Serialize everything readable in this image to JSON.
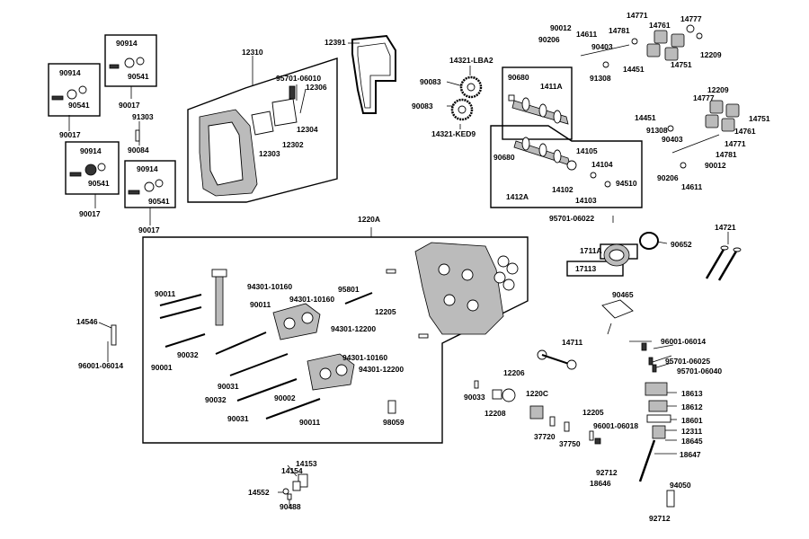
{
  "diagram": {
    "labels": {
      "l_90914_a": "90914",
      "l_90541_a": "90541",
      "l_90017_a": "90017",
      "l_90914_b": "90914",
      "l_90541_b": "90541",
      "l_90017_b": "90017",
      "l_91303_a": "91303",
      "l_90084": "90084",
      "l_90914_c": "90914",
      "l_90541_c": "90541",
      "l_90017_c": "90017",
      "l_90914_d": "90914",
      "l_90541_d": "90541",
      "l_90017_d": "90017",
      "l_12310": "12310",
      "l_95701_06010": "95701-06010",
      "l_12306": "12306",
      "l_12304": "12304",
      "l_12302": "12302",
      "l_12303": "12303",
      "l_12391": "12391",
      "l_90083_a": "90083",
      "l_14321_lba2": "14321-LBA2",
      "l_90083_b": "90083",
      "l_14321_ked9": "14321-KED9",
      "l_90680_a": "90680",
      "l_1411a": "1411A",
      "l_90012_a": "90012",
      "l_90206_a": "90206",
      "l_14611_a": "14611",
      "l_14781_a": "14781",
      "l_90403_a": "90403",
      "l_91308_a": "91308",
      "l_14451_a": "14451",
      "l_14771_a": "14771",
      "l_14761_a": "14761",
      "l_14777_a": "14777",
      "l_14751_a": "14751",
      "l_12209_a": "12209",
      "l_12209_b": "12209",
      "l_14777_b": "14777",
      "l_14751_b": "14751",
      "l_14451_b": "14451",
      "l_91308_b": "91308",
      "l_14761_b": "14761",
      "l_90403_b": "90403",
      "l_14771_b": "14771",
      "l_14781_b": "14781",
      "l_90206_b": "90206",
      "l_90012_b": "90012",
      "l_14611_b": "14611",
      "l_90680_b": "90680",
      "l_14105": "14105",
      "l_14104": "14104",
      "l_14102": "14102",
      "l_14103": "14103",
      "l_94510": "94510",
      "l_1412a": "1412A",
      "l_95701_06022": "95701-06022",
      "l_1220a": "1220A",
      "l_14721": "14721",
      "l_1711a": "1711A",
      "l_90652": "90652",
      "l_17113": "17113",
      "l_90465": "90465",
      "l_90011_a": "90011",
      "l_94301_10160_a": "94301-10160",
      "l_95801": "95801",
      "l_90011_b": "90011",
      "l_94301_10160_b": "94301-10160",
      "l_12205_a": "12205",
      "l_94301_12200_a": "94301-12200",
      "l_90032_a": "90032",
      "l_90001": "90001",
      "l_90031_a": "90031",
      "l_94301_10160_c": "94301-10160",
      "l_94301_12200_b": "94301-12200",
      "l_90002": "90002",
      "l_90032_b": "90032",
      "l_90031_b": "90031",
      "l_90011_c": "90011",
      "l_14546": "14546",
      "l_96001_06014_a": "96001-06014",
      "l_98059": "98059",
      "l_14711": "14711",
      "l_96001_06014_b": "96001-06014",
      "l_95701_06025": "95701-06025",
      "l_95701_06040": "95701-06040",
      "l_12206": "12206",
      "l_90033": "90033",
      "l_12208": "12208",
      "l_1220c": "1220C",
      "l_37720": "37720",
      "l_37750": "37750",
      "l_12205_b": "12205",
      "l_96001_06018": "96001-06018",
      "l_18613": "18613",
      "l_18612": "18612",
      "l_18601": "18601",
      "l_12311": "12311",
      "l_18645": "18645",
      "l_18647": "18647",
      "l_92712_a": "92712",
      "l_18646": "18646",
      "l_94050": "94050",
      "l_92712_b": "92712",
      "l_14153": "14153",
      "l_14154": "14154",
      "l_14552": "14552",
      "l_90488": "90488"
    }
  }
}
